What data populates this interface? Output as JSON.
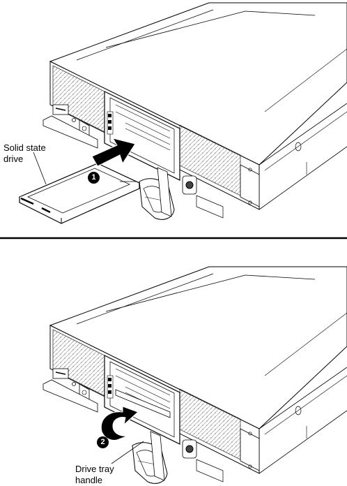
{
  "callouts": {
    "solid_state_drive": {
      "line1": "Solid state",
      "line2": "drive"
    },
    "drive_tray_handle": {
      "line1": "Drive tray",
      "line2": "handle"
    }
  },
  "steps": {
    "one": "1",
    "two": "2"
  },
  "colors": {
    "line": "#000000",
    "background": "#ffffff",
    "arrow": "#000000"
  },
  "icons": [
    "insert-arrow",
    "rotate-arrow",
    "step-marker"
  ]
}
